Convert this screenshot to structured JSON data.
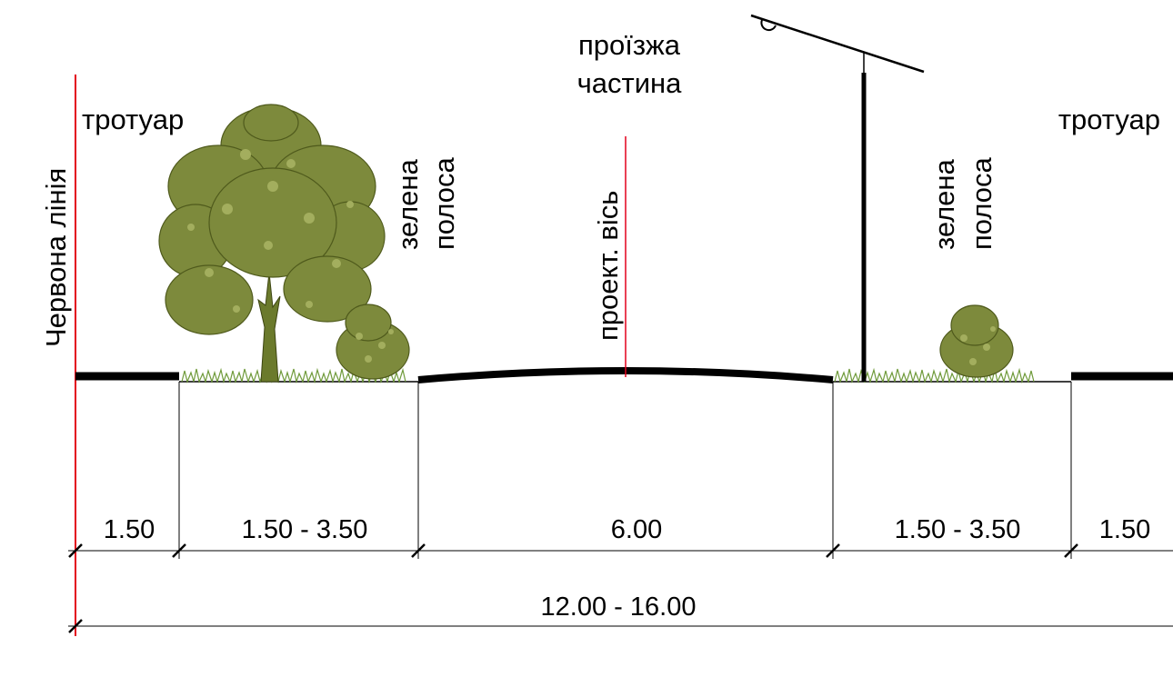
{
  "labels": {
    "red_line": "Червона лінія",
    "sidewalk_left": "тротуар",
    "sidewalk_right": "тротуар",
    "green_strip_left_1": "зелена",
    "green_strip_left_2": "полоса",
    "green_strip_right_1": "зелена",
    "green_strip_right_2": "полоса",
    "carriageway_1": "проїзжа",
    "carriageway_2": "частина",
    "axis": "проект. вісь"
  },
  "dimensions": {
    "d1": "1.50",
    "d2": "1.50 - 3.50",
    "d3": "6.00",
    "d4": "1.50 - 3.50",
    "d5": "1.50",
    "total": "12.00 - 16.00"
  },
  "colors": {
    "red_line": "#e3001b",
    "ground": "#000000",
    "vegetation": "#7d8a3c",
    "grass": "#6f9a3a"
  },
  "icons": [
    "deciduous-tree-icon",
    "shrub-icon",
    "street-lamp-icon",
    "grass-icon"
  ]
}
